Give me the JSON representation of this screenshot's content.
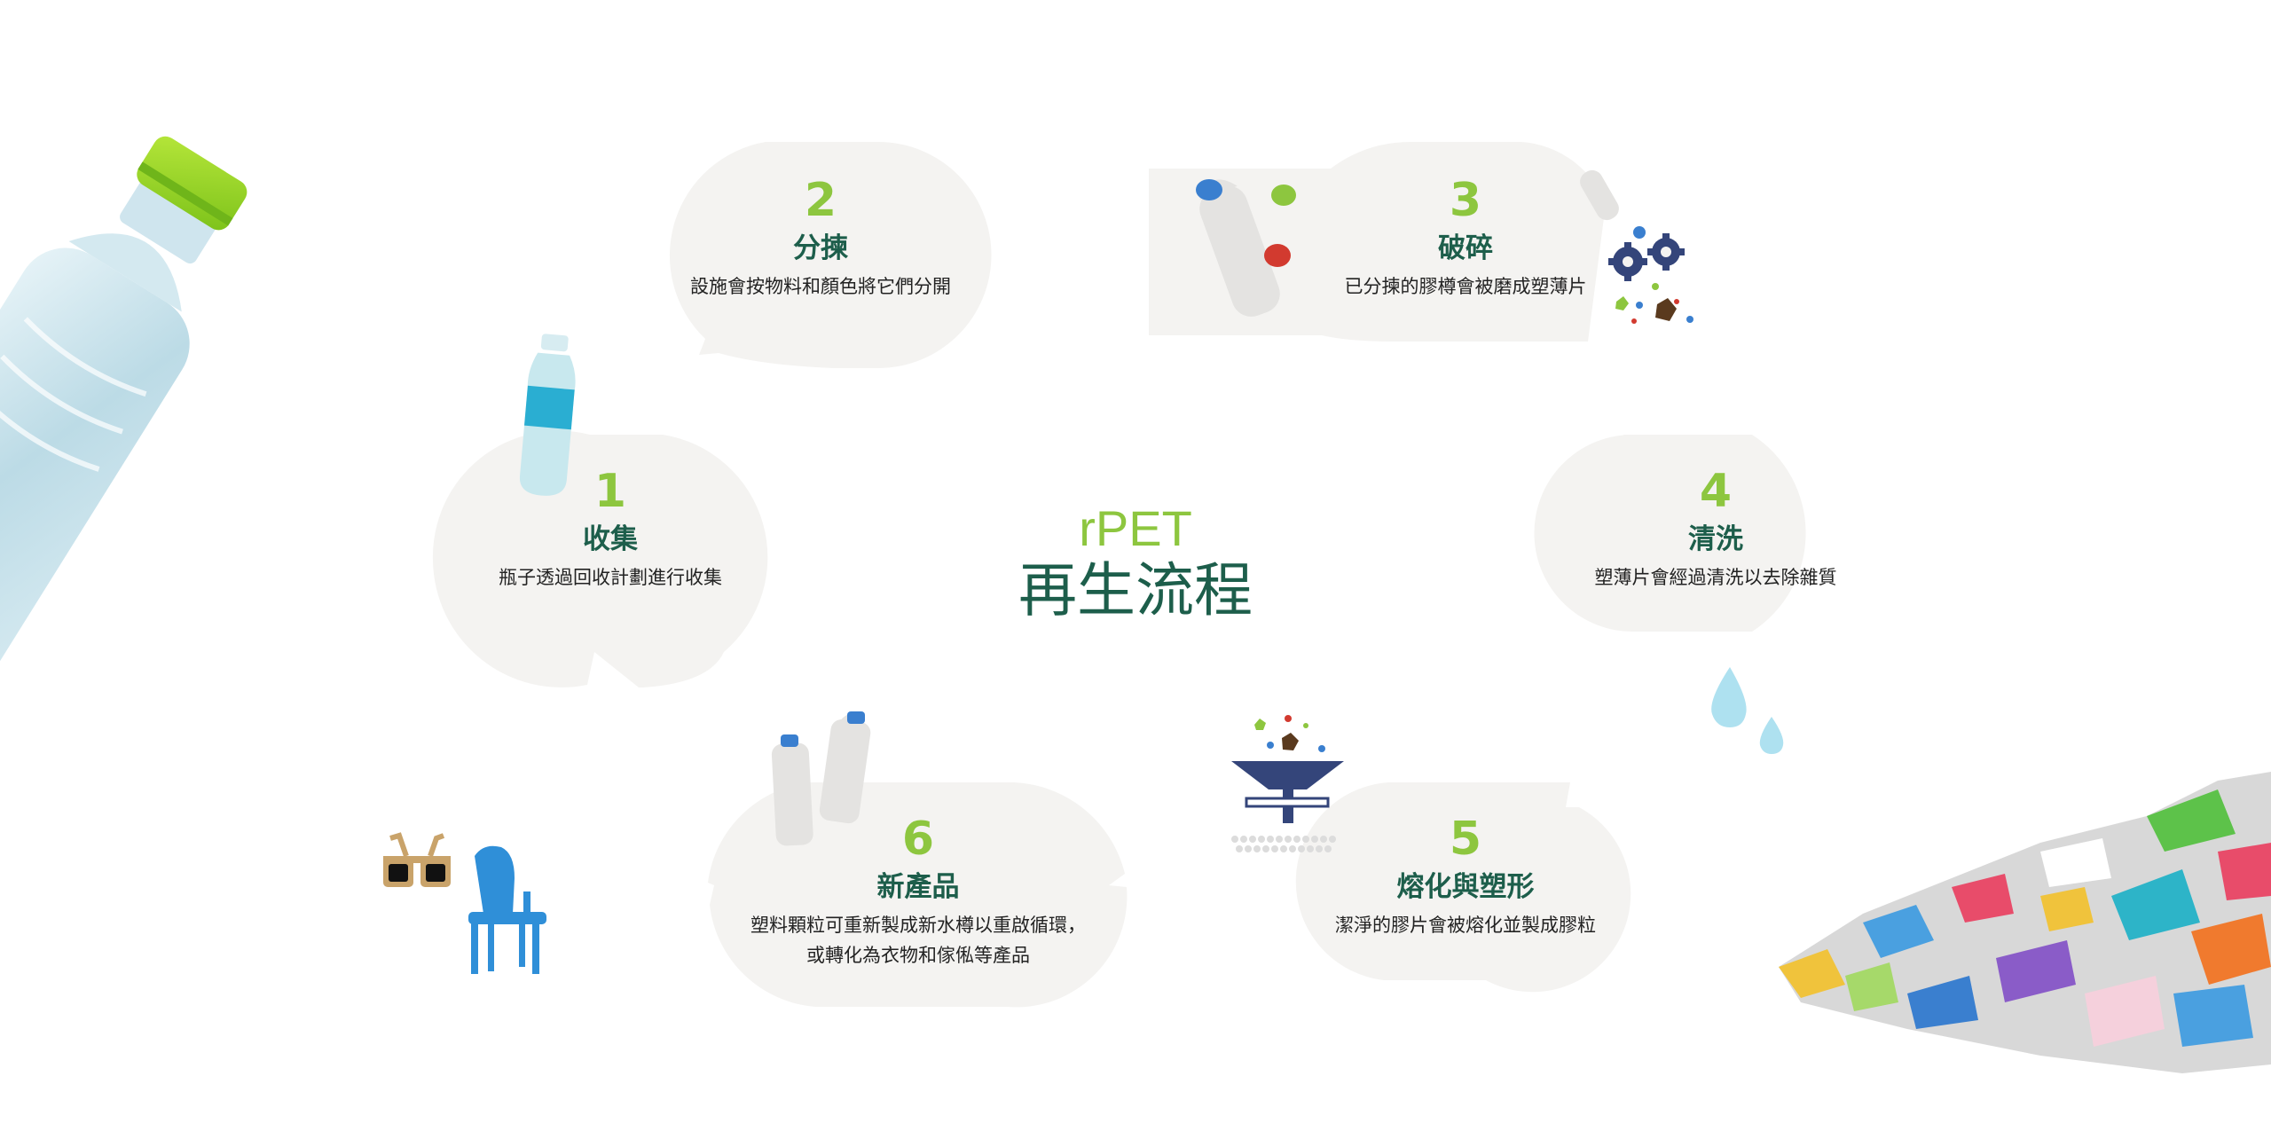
{
  "diagram": {
    "title_prefix": "rPET",
    "title": "再生流程",
    "colors": {
      "accent_green": "#8dc63f",
      "title_green": "#1d5e4b",
      "bubble": "#f4f3f1",
      "body_text": "#222222"
    },
    "steps": [
      {
        "number": "1",
        "title": "收集",
        "description": "瓶子透過回收計劃進行收集"
      },
      {
        "number": "2",
        "title": "分揀",
        "description": "設施會按物料和顏色將它們分開"
      },
      {
        "number": "3",
        "title": "破碎",
        "description": "已分揀的膠樽會被磨成塑薄片"
      },
      {
        "number": "4",
        "title": "清洗",
        "description": "塑薄片會經過清洗以去除雜質"
      },
      {
        "number": "5",
        "title": "熔化與塑形",
        "description": "潔淨的膠片會被熔化並製成膠粒"
      },
      {
        "number": "6",
        "title": "新產品",
        "description_lines": [
          "塑料顆粒可重新製成新水樽以重啟循環，",
          "或轉化為衣物和傢俬等產品"
        ]
      }
    ],
    "icons": [
      "bottle-photo-icon",
      "water-bottle-icon",
      "sorted-bottles-icon",
      "gears-icon",
      "water-drops-icon",
      "funnel-icon",
      "new-bottles-icon",
      "sunglasses-icon",
      "chair-icon",
      "plastic-flakes-icon"
    ]
  }
}
